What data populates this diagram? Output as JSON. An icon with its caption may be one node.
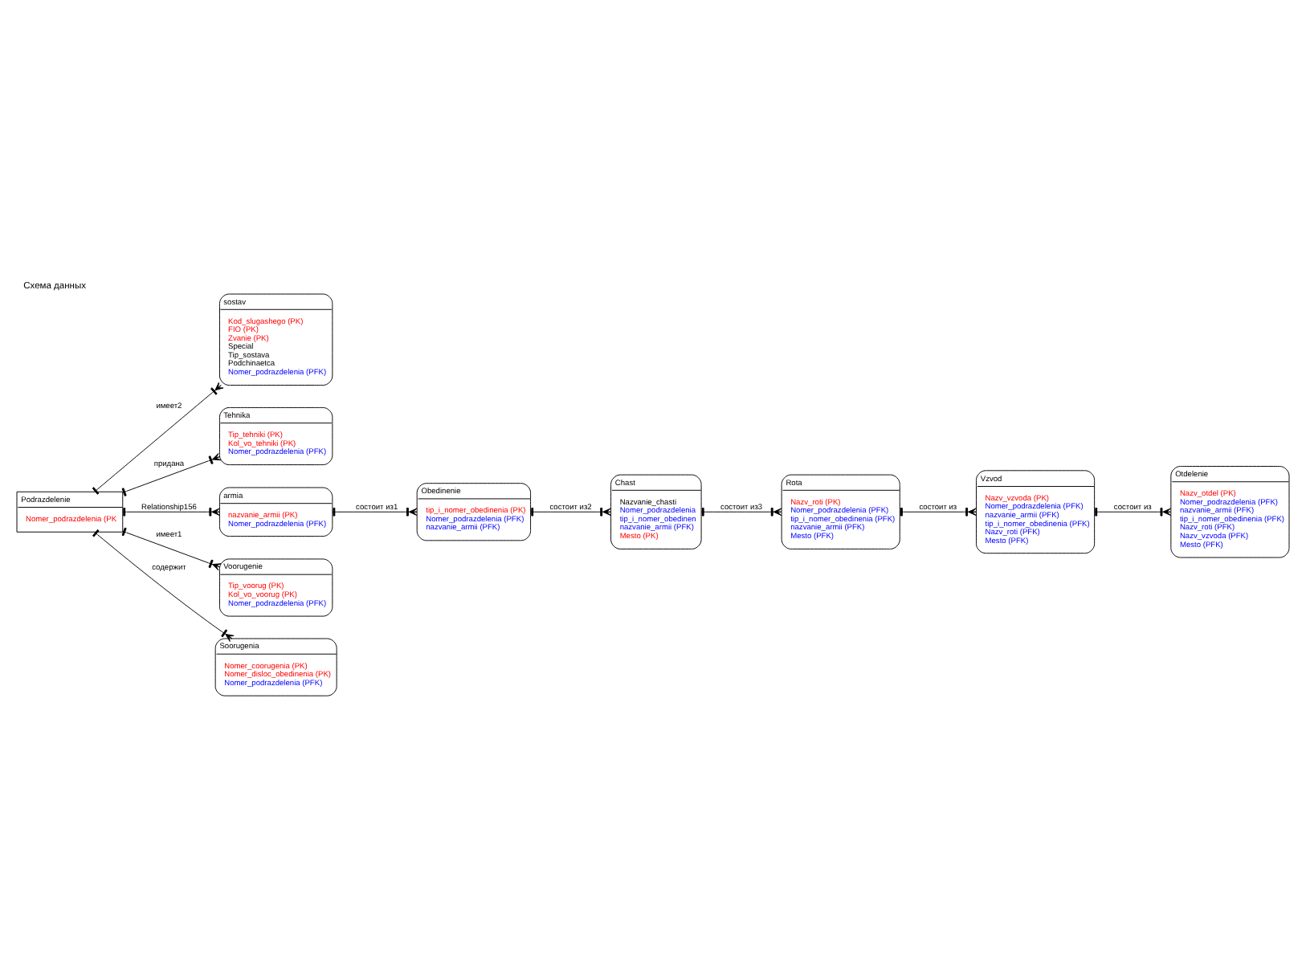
{
  "diagram": {
    "title": "Схема данных",
    "nodes": [
      {
        "text": [
          "Chast",
          "Nazvanie_chasti",
          "Nomer_podrazdelenia",
          "tip_i_nomer_obedinen",
          "nazvanie_armii (PFK)",
          "Mesto (PK)"
        ]
      },
      {
        "text": [
          "Rota",
          "Nazv_roti (PK)",
          "Nomer_podrazdelenia (PFK)",
          "tip_i_nomer_obedinenia (PFK)",
          "nazvanie_armii (PFK)",
          "Mesto (PFK)"
        ]
      },
      {
        "text": [
          "Vzvod",
          "Nazv_vzvoda (PK)",
          "Nomer_podrazdelenia (PFK)",
          "nazvanie_armii (PFK)",
          "tip_i_nomer_obedinenia (PFK)",
          "Nazv_roti (PFK)",
          "Mesto (PFK)"
        ]
      },
      {
        "text": [
          "Otdelenie",
          "Nazv_otdel (PK)",
          "Nomer_podrazdelenia (PFK)",
          "nazvanie_armii (PFK)",
          "tip_i_nomer_obedinenia (PFK)",
          "Nazv_roti (PFK)",
          "Nazv_vzvoda (PFK)",
          "Mesto (PFK)"
        ]
      },
      {
        "text": [
          "sostav",
          "Kod_slugashego (PK)",
          "FIO (PK)",
          "Zvanie (PK)",
          "Special",
          "Tip_sostava",
          "Podchinaetca",
          "Nomer_podrazdelenia (PFK)"
        ]
      },
      {
        "text": [
          "Obedinenie",
          "tip_i_nomer_obedinenia (PK)",
          "Nomer_podrazdelenia (PFK)",
          "nazvanie_armii (PFK)"
        ]
      },
      {
        "text": [
          "Tehnika",
          "Tip_tehniki (PK)",
          "Kol_vo_tehniki (PK)",
          "Nomer_podrazdelenia (PFK)"
        ]
      },
      {
        "text": [
          "Podrazdelenie",
          "Nomer_podrazdelenia (PK"
        ]
      },
      {
        "text": [
          "armia",
          "nazvanie_armii (PK)",
          "Nomer_podrazdelenia (PFK)"
        ]
      },
      {
        "text": [
          "Voorugenie",
          "Tip_voorug (PK)",
          "Kol_vo_voorug (PK)",
          "Nomer_podrazdelenia (PFK)"
        ]
      },
      {
        "text": [
          "Soorugenia",
          "Nomer_coorugenia (PK)",
          "Nomer_disloc_obedinenia (PK)",
          "Nomer_podrazdelenia (PFK)"
        ]
      }
    ],
    "edges": [
      {
        "from": 0,
        "to": 1,
        "arrow": "other",
        "label": "состоит из3"
      },
      {
        "from": 1,
        "to": 2,
        "arrow": "other",
        "label": "состоит из"
      },
      {
        "from": 2,
        "to": 3,
        "arrow": "other",
        "label": "состоит из"
      },
      {
        "from": 5,
        "to": 0,
        "arrow": "other",
        "label": "состоит из2"
      },
      {
        "from": 8,
        "to": 5,
        "arrow": "other",
        "label": "состоит из1"
      },
      {
        "from": 7,
        "to": 8,
        "arrow": "other",
        "label": "Relationship156"
      },
      {
        "from": 7,
        "to": 4,
        "arrow": "other",
        "label": "имеет2"
      },
      {
        "from": 7,
        "to": 6,
        "arrow": "other",
        "label": "придана"
      },
      {
        "from": 7,
        "to": 9,
        "arrow": "other",
        "label": "имеет1"
      },
      {
        "from": 7,
        "to": 10,
        "arrow": "other",
        "label": "содержит"
      }
    ]
  }
}
